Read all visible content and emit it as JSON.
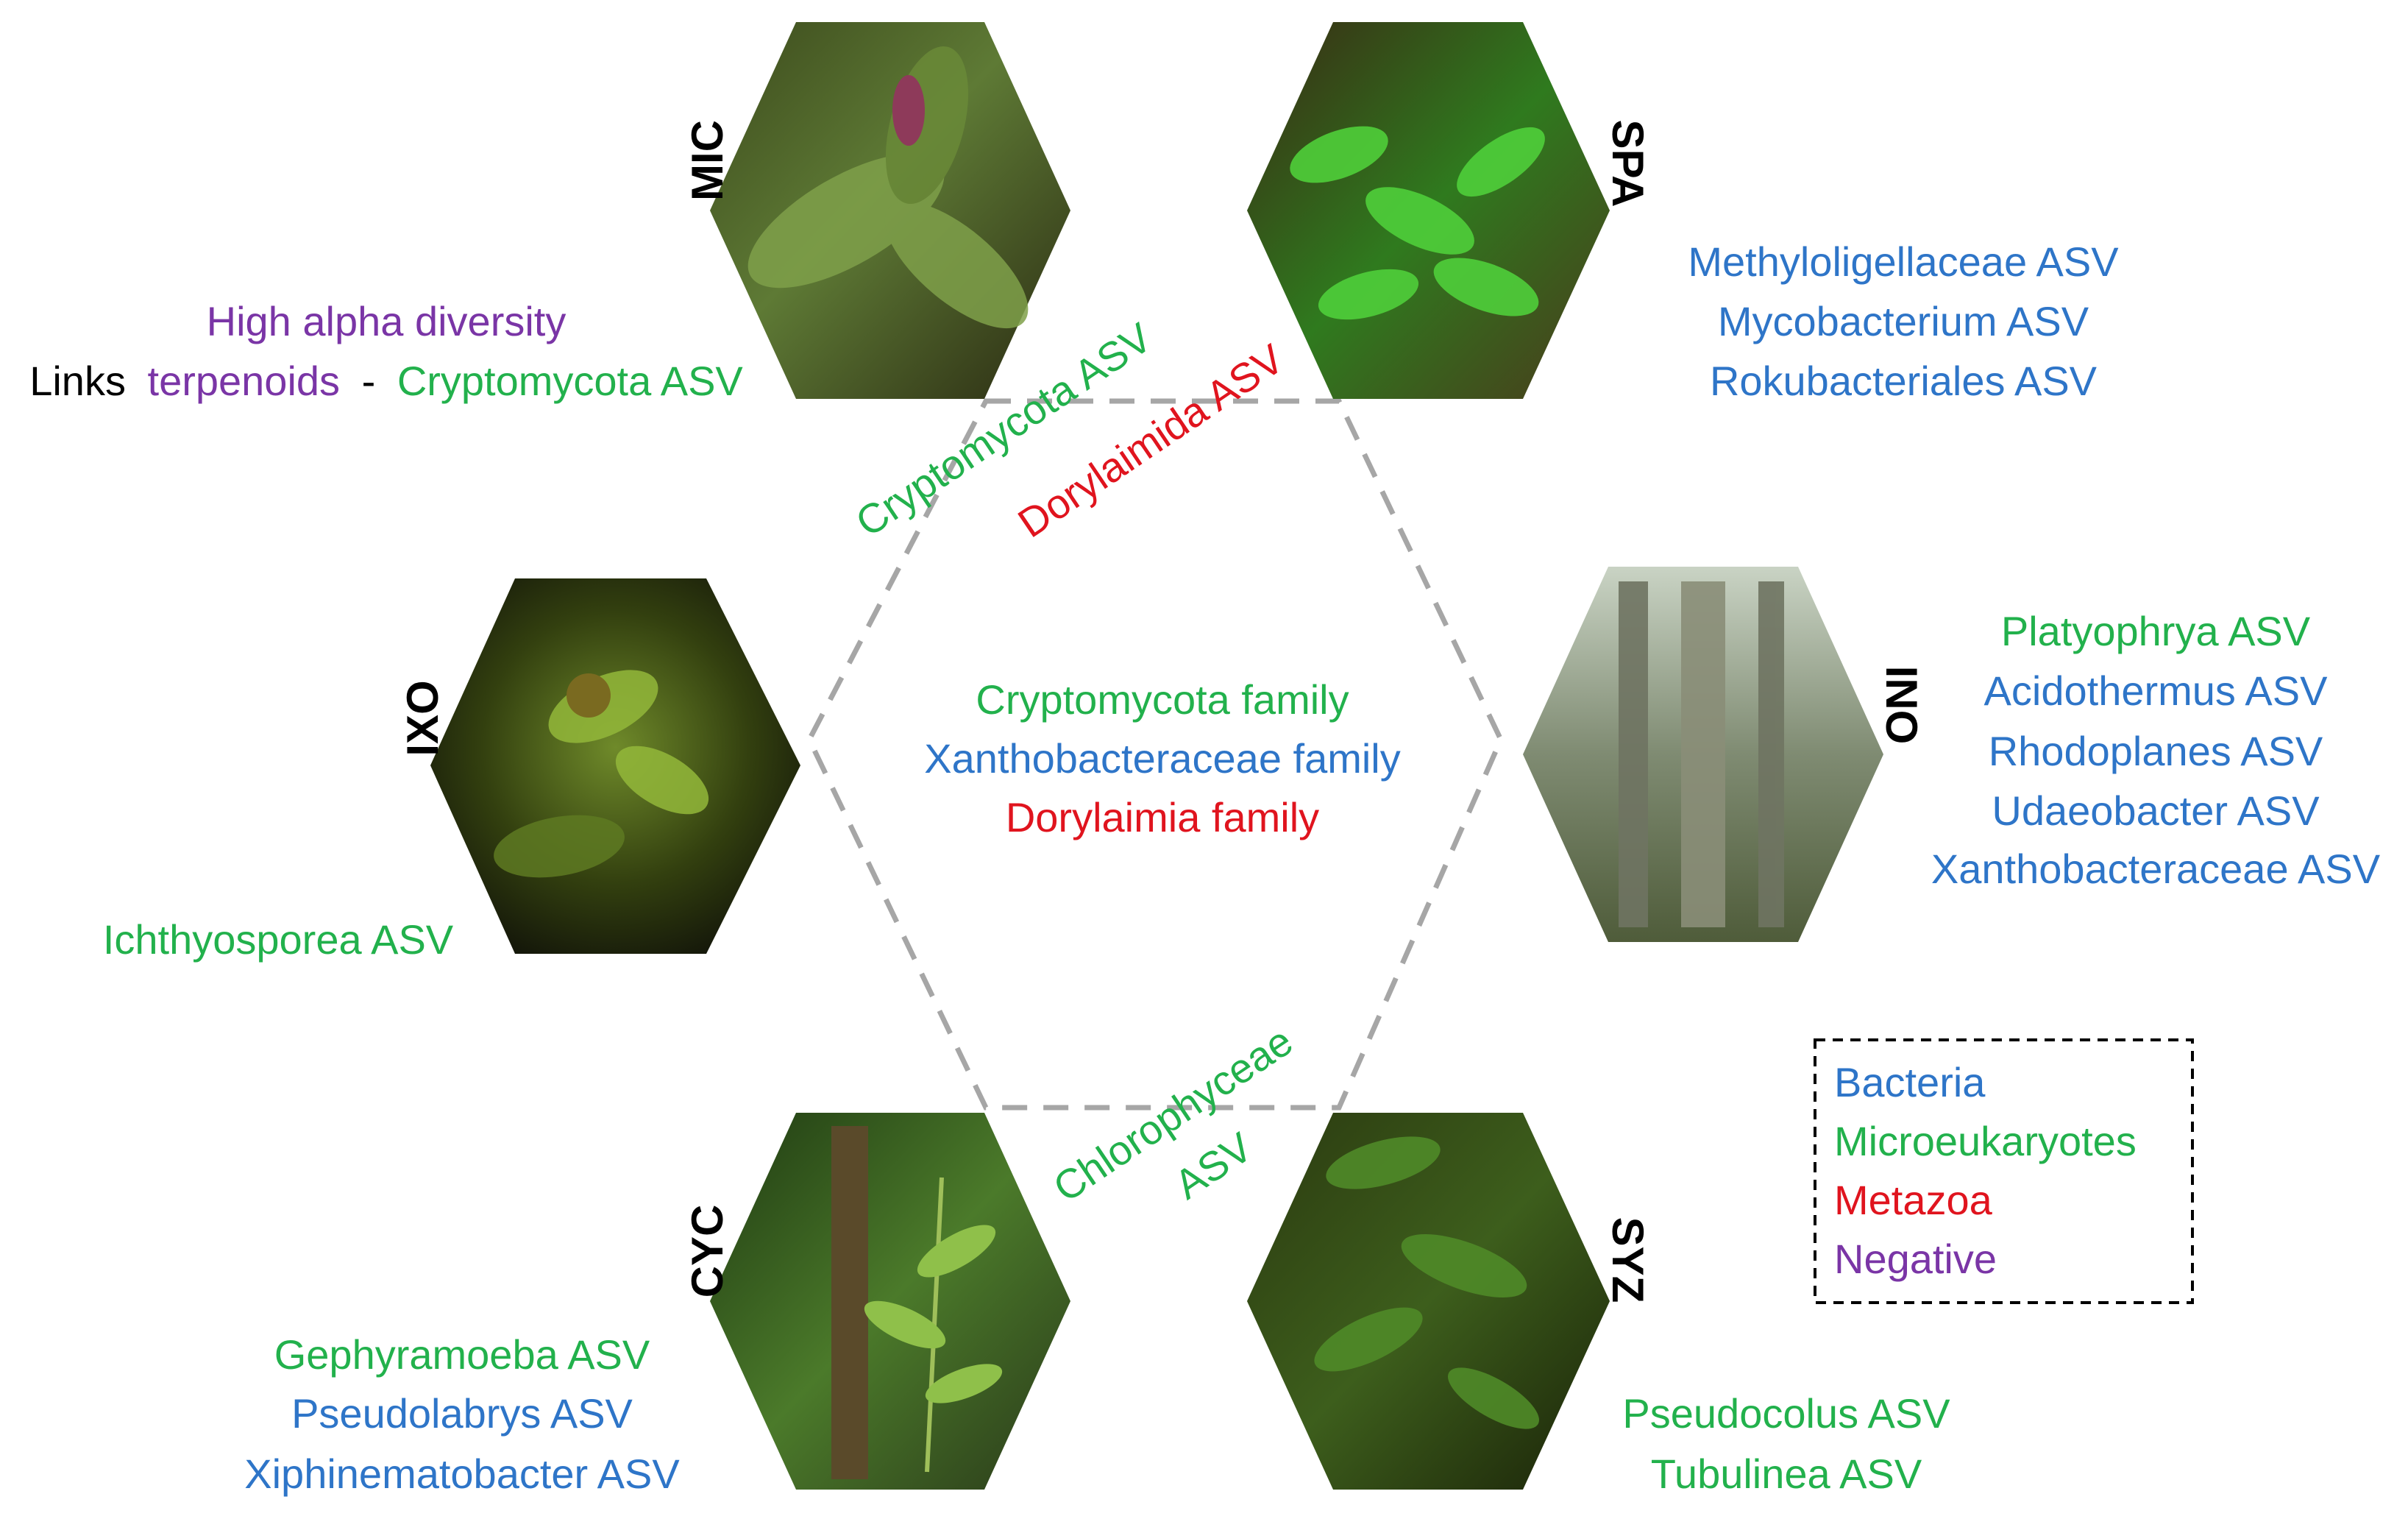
{
  "colors": {
    "bacteria": "#2E75C8",
    "microeukaryotes": "#22B14C",
    "metazoa": "#E0141E",
    "negative": "#7A35A6",
    "neutral": "#000000",
    "dashed_outline": "#A6A6A6"
  },
  "plants": {
    "mic": {
      "code": "MIC",
      "photo_icon": "plant-photo-broad-veined-leaves",
      "notes_line1": "High alpha diversity",
      "notes_line2": {
        "links": "Links",
        "terpenoids": "terpenoids",
        "dash": "-",
        "cryptomycota": "Cryptomycota ASV"
      }
    },
    "spa": {
      "code": "SPA",
      "photo_icon": "plant-photo-compound-leaves",
      "asvs": [
        "Methyloligellaceae ASV",
        "Mycobacterium ASV",
        "Rokubacteriales ASV"
      ]
    },
    "ixo": {
      "code": "IXO",
      "photo_icon": "plant-photo-shrub-with-fruit",
      "asvs": [
        "Ichthyosporea ASV"
      ]
    },
    "ino": {
      "code": "INO",
      "photo_icon": "plant-photo-buttress-tree-trunks",
      "asvs": [
        "Platyophrya ASV",
        "Acidothermus ASV",
        "Rhodoplanes ASV",
        "Udaeobacter ASV",
        "Xanthobacteraceae ASV"
      ]
    },
    "cyc": {
      "code": "CYC",
      "photo_icon": "plant-photo-forest-sapling",
      "asvs": [
        "Gephyramoeba ASV",
        "Pseudolabrys ASV",
        "Xiphinematobacter ASV"
      ]
    },
    "syz": {
      "code": "SYZ",
      "photo_icon": "plant-photo-understory-shrub",
      "asvs": [
        "Pseudocolus ASV",
        "Tubulinea ASV"
      ]
    }
  },
  "edges": {
    "mic_spa_left": "Cryptomycota ASV",
    "mic_spa_right": "Dorylaimida ASV",
    "cyc_syz_line1": "Chlorophyceae",
    "cyc_syz_line2": "ASV"
  },
  "center": {
    "line1": "Cryptomycota family",
    "line2": "Xanthobacteraceae family",
    "line3": "Dorylaimia family"
  },
  "legend": {
    "bacteria": "Bacteria",
    "microeukaryotes": "Microeukaryotes",
    "metazoa": "Metazoa",
    "negative": "Negative"
  }
}
